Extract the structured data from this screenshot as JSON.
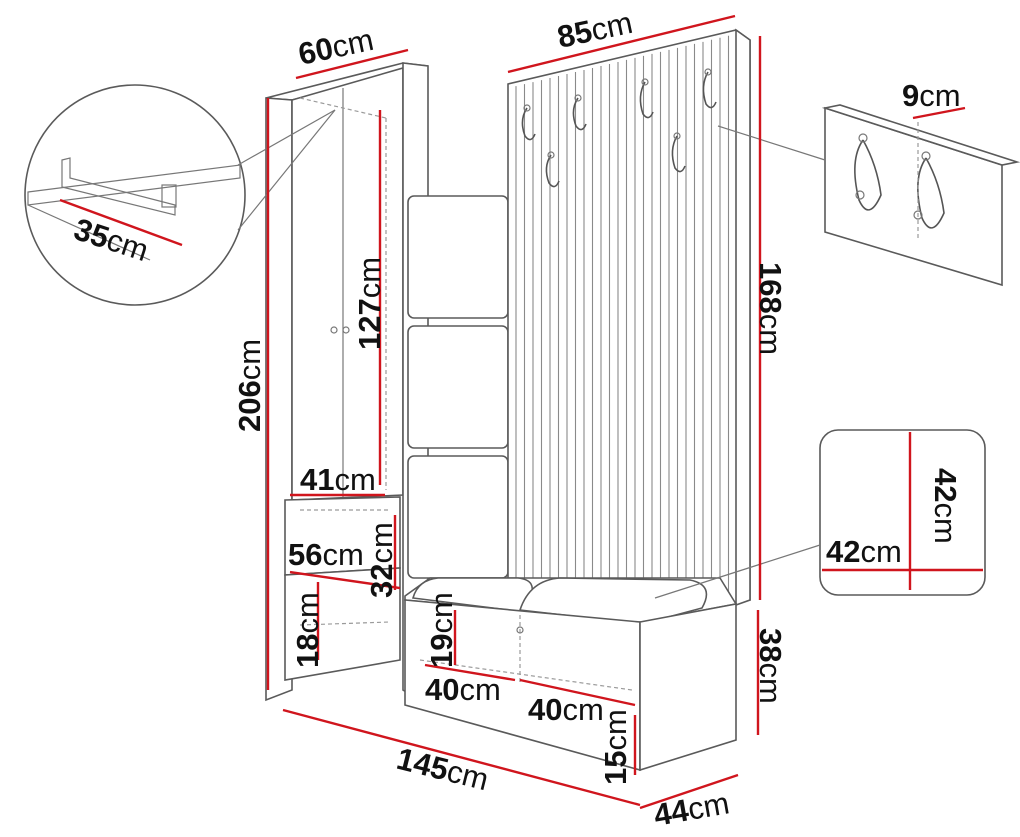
{
  "dimensions": {
    "wardrobe_width": {
      "value": "60",
      "unit": "cm"
    },
    "panel_width": {
      "value": "85",
      "unit": "cm"
    },
    "hook_spacing": {
      "value": "9",
      "unit": "cm"
    },
    "rail_length": {
      "value": "35",
      "unit": "cm"
    },
    "inner_height": {
      "value": "127",
      "unit": "cm"
    },
    "total_height": {
      "value": "206",
      "unit": "cm"
    },
    "panel_height": {
      "value": "168",
      "unit": "cm"
    },
    "shelf_depth": {
      "value": "41",
      "unit": "cm"
    },
    "cushion_height": {
      "value": "42",
      "unit": "cm"
    },
    "cushion_width": {
      "value": "42",
      "unit": "cm"
    },
    "drawer_width": {
      "value": "56",
      "unit": "cm"
    },
    "drawer_height": {
      "value": "32",
      "unit": "cm"
    },
    "bottom_height": {
      "value": "18",
      "unit": "cm"
    },
    "bench_compartment_height": {
      "value": "19",
      "unit": "cm"
    },
    "bench_height": {
      "value": "38",
      "unit": "cm"
    },
    "compartment_width_1": {
      "value": "40",
      "unit": "cm"
    },
    "compartment_width_2": {
      "value": "40",
      "unit": "cm"
    },
    "bench_leg_height": {
      "value": "15",
      "unit": "cm"
    },
    "total_width": {
      "value": "145",
      "unit": "cm"
    },
    "total_depth": {
      "value": "44",
      "unit": "cm"
    }
  },
  "colors": {
    "dimension_line": "#d0151d",
    "outline": "#5a5a5a"
  },
  "icons": {
    "hook": "coat-hook-icon"
  }
}
